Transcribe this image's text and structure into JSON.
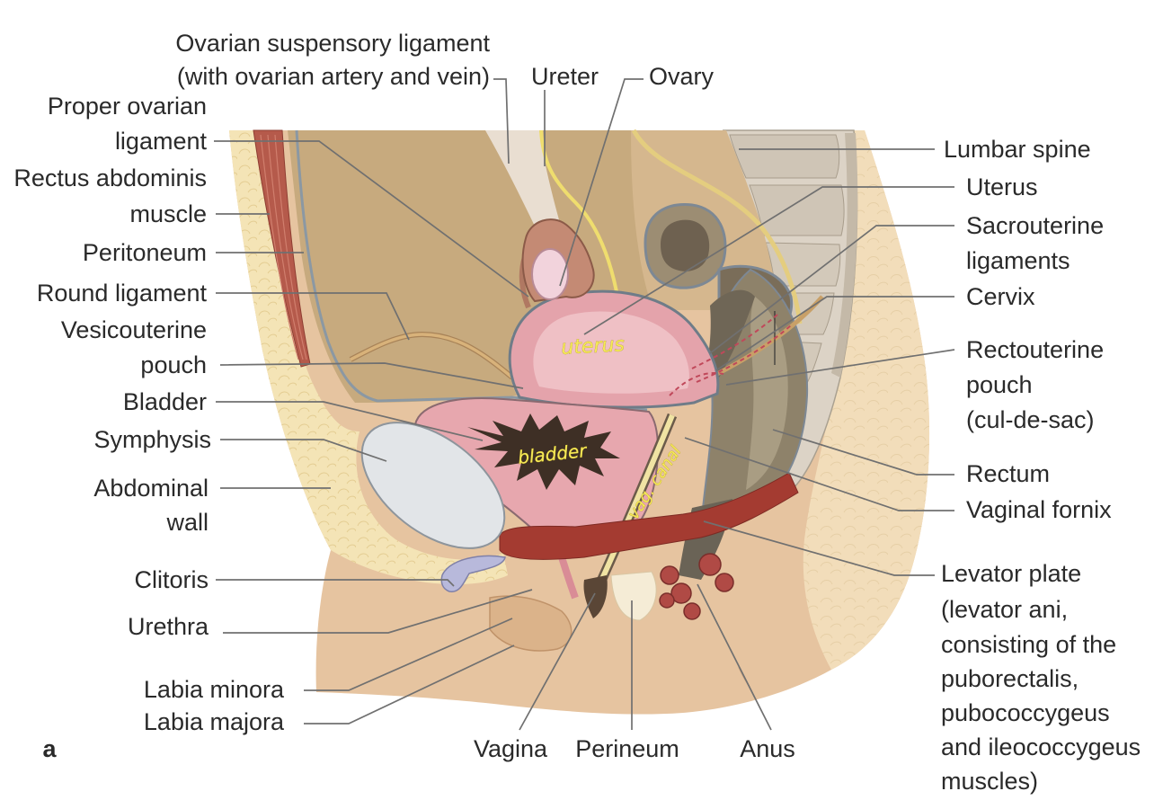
{
  "figure_letter": "a",
  "labels": {
    "ovarian_suspensory_ligament": [
      "Ovarian suspensory ligament",
      "(with ovarian artery and vein)"
    ],
    "ureter": "Ureter",
    "ovary": "Ovary",
    "proper_ovarian_ligament": [
      "Proper ovarian",
      "ligament"
    ],
    "rectus_abdominis_muscle": [
      "Rectus abdominis",
      "muscle"
    ],
    "peritoneum": "Peritoneum",
    "round_ligament": "Round ligament",
    "vesicouterine_pouch": [
      "Vesicouterine",
      "pouch"
    ],
    "bladder": "Bladder",
    "symphysis": "Symphysis",
    "abdominal_wall": [
      "Abdominal",
      "wall"
    ],
    "clitoris": "Clitoris",
    "urethra": "Urethra",
    "labia_minora": "Labia minora",
    "labia_majora": "Labia majora",
    "vagina": "Vagina",
    "perineum": "Perineum",
    "anus": "Anus",
    "lumbar_spine": "Lumbar spine",
    "uterus": "Uterus",
    "sacrouterine_ligaments": [
      "Sacrouterine",
      "ligaments"
    ],
    "cervix": "Cervix",
    "rectouterine_pouch": [
      "Rectouterine",
      "pouch",
      "(cul-de-sac)"
    ],
    "rectum": "Rectum",
    "vaginal_fornix": "Vaginal fornix",
    "levator_plate": [
      "Levator plate",
      "(levator ani,",
      "consisting of the",
      "puborectalis,",
      "pubococcygeus",
      "and ileococcygeus",
      "muscles)"
    ]
  },
  "handwritten_annotations": {
    "uterus": "uterus",
    "bladder": "bladder",
    "vaginal_canal": "vag. canal"
  },
  "colors": {
    "label_text": "#2a2a2a",
    "leader_line": "#707070",
    "annotation_ink": "#f5e958"
  }
}
